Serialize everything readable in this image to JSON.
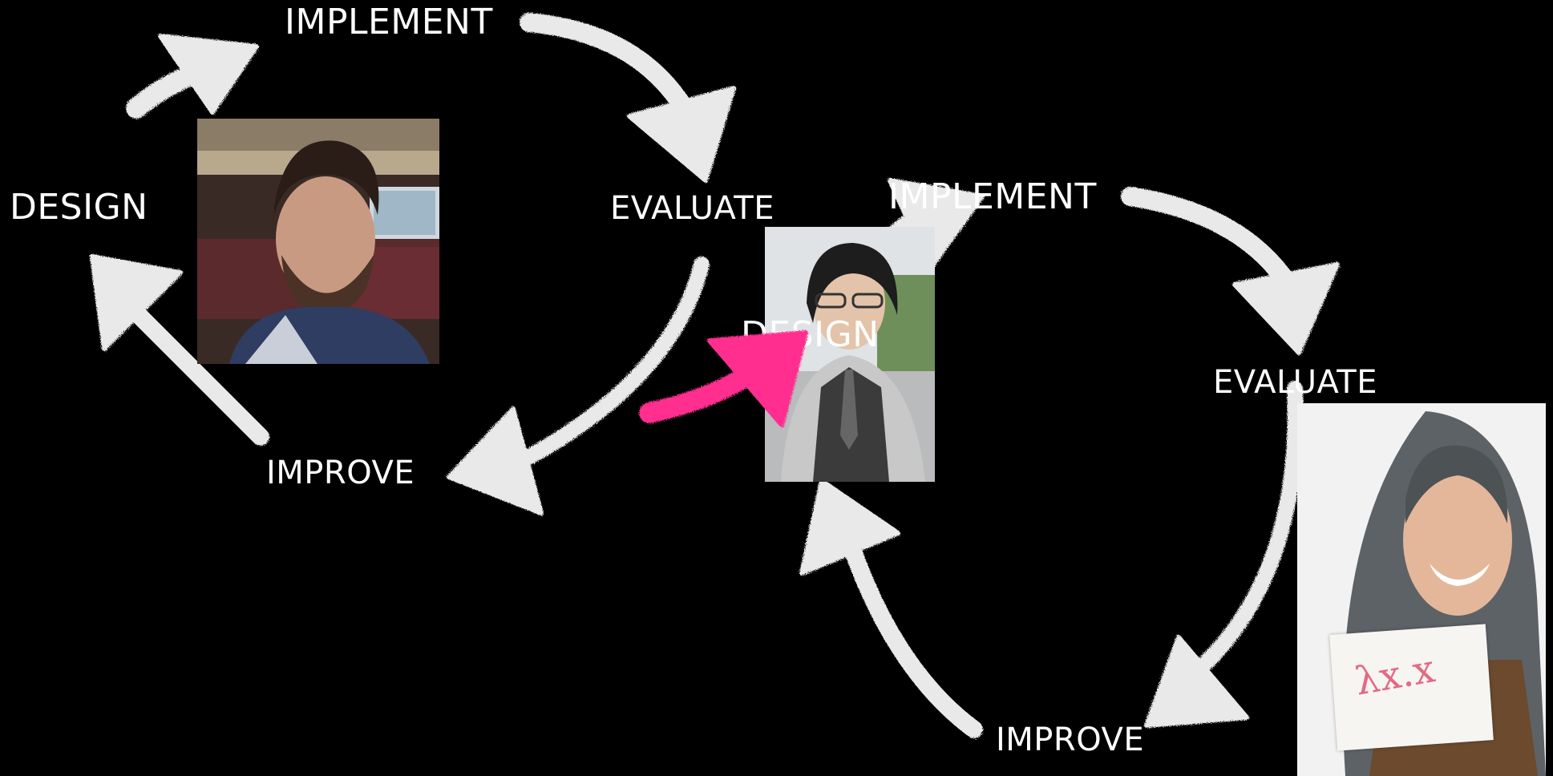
{
  "cycle_left": {
    "implement": "IMPLEMENT",
    "evaluate": "EVALUATE",
    "improve": "IMPROVE",
    "design": "DESIGN"
  },
  "cycle_right": {
    "implement": "IMPLEMENT",
    "evaluate": "EVALUATE",
    "improve": "IMPROVE",
    "design": "DESIGN"
  },
  "photo_card_text": "λx.x",
  "colors": {
    "background": "#000000",
    "chalk": "#e9e9e9",
    "accent_arrow": "#ff2d8f"
  }
}
